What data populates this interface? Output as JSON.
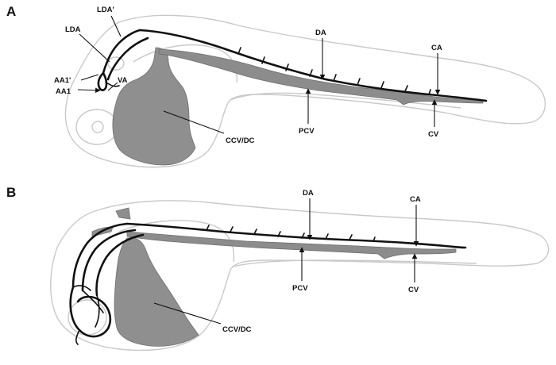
{
  "panels": [
    {
      "letter": "A",
      "labels": {
        "lda_prime": "LDA'",
        "lda": "LDA",
        "aa1_prime": "AA1'",
        "aa1": "AA1",
        "va": "VA",
        "da": "DA",
        "ca": "CA",
        "pcv": "PCV",
        "cv": "CV",
        "ccv_dc": "CCV/DC"
      }
    },
    {
      "letter": "B",
      "labels": {
        "da": "DA",
        "ca": "CA",
        "pcv": "PCV",
        "cv": "CV",
        "ccv_dc": "CCV/DC"
      }
    }
  ]
}
